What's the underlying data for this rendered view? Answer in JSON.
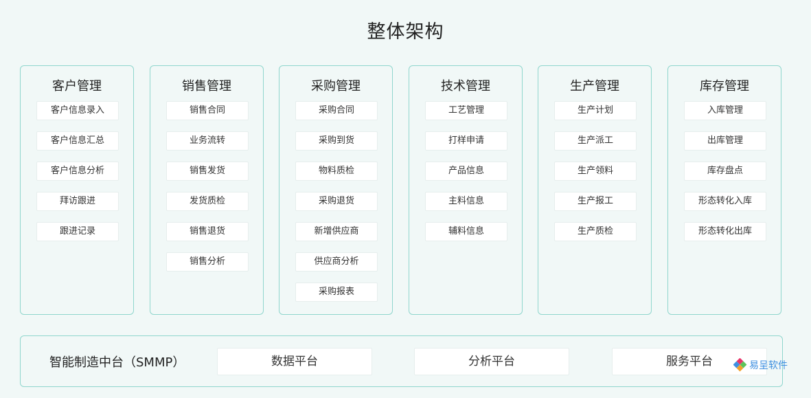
{
  "title": "整体架构",
  "modules": [
    {
      "title": "客户管理",
      "items": [
        "客户信息录入",
        "客户信息汇总",
        "客户信息分析",
        "拜访跟进",
        "跟进记录"
      ]
    },
    {
      "title": "销售管理",
      "items": [
        "销售合同",
        "业务流转",
        "销售发货",
        "发货质检",
        "销售退货",
        "销售分析"
      ]
    },
    {
      "title": "采购管理",
      "items": [
        "采购合同",
        "采购到货",
        "物料质检",
        "采购退货",
        "新增供应商",
        "供应商分析",
        "采购报表"
      ]
    },
    {
      "title": "技术管理",
      "items": [
        "工艺管理",
        "打样申请",
        "产品信息",
        "主料信息",
        "辅料信息"
      ]
    },
    {
      "title": "生产管理",
      "items": [
        "生产计划",
        "生产派工",
        "生产领料",
        "生产报工",
        "生产质检"
      ]
    },
    {
      "title": "库存管理",
      "items": [
        "入库管理",
        "出库管理",
        "库存盘点",
        "形态转化入库",
        "形态转化出库"
      ]
    }
  ],
  "platform": {
    "label": "智能制造中台（SMMP）",
    "items": [
      "数据平台",
      "分析平台",
      "服务平台"
    ]
  },
  "logo": {
    "text": "易呈软件",
    "colors": [
      "#e8356b",
      "#3e8fe0",
      "#5cc45a",
      "#f2a22c"
    ]
  }
}
